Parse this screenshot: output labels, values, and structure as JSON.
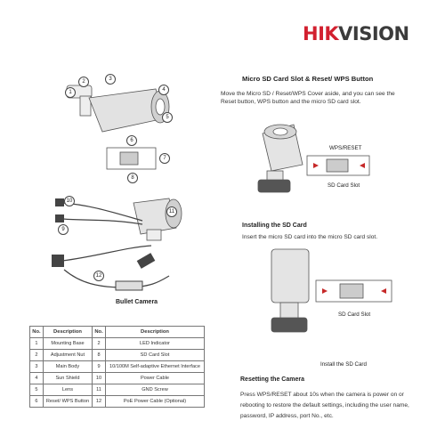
{
  "brand": {
    "part1": "HIK",
    "part2": "VISION"
  },
  "left": {
    "caption": "Bullet Camera",
    "callouts": [
      "1",
      "2",
      "3",
      "4",
      "5",
      "6",
      "7",
      "8",
      "9",
      "10",
      "11",
      "12"
    ]
  },
  "table": {
    "headers": [
      "No.",
      "Description",
      "No.",
      "Description"
    ],
    "rows": [
      [
        "1",
        "Mounting Base",
        "2",
        "LED Indicator"
      ],
      [
        "2",
        "Adjustment Nut",
        "8",
        "SD Card Slot"
      ],
      [
        "3",
        "Main Body",
        "9",
        "10/100M Self-adaptive Ethernet Interface"
      ],
      [
        "4",
        "Sun Shield",
        "10",
        "Power Cable"
      ],
      [
        "5",
        "Lens",
        "11",
        "GND Screw"
      ],
      [
        "6",
        "Reset/ WPS Button",
        "12",
        "PoE Power Cable (Optional)"
      ]
    ]
  },
  "right": {
    "section1_title": "Micro SD Card Slot & Reset/ WPS Button",
    "section1_text": [
      "Move the Micro SD / Reset/WPS Cover aside, and you can see the",
      "Reset button, WPS button and the micro SD card slot."
    ],
    "label_wps": "WPS/RESET",
    "label_sd1": "SD Card Slot",
    "section2_title": "Installing the SD Card",
    "section2_text": "Insert the micro SD card into the micro SD card slot.",
    "label_sd2": "SD Card Slot",
    "caption_install": "Install the SD Card",
    "section3_title": "Resetting the Camera",
    "section3_text": [
      "Press WPS/RESET about 10s when the camera is power on or",
      "rebooting to restore the default settings, including the user name,",
      "password, IP address, port No., etc."
    ]
  }
}
